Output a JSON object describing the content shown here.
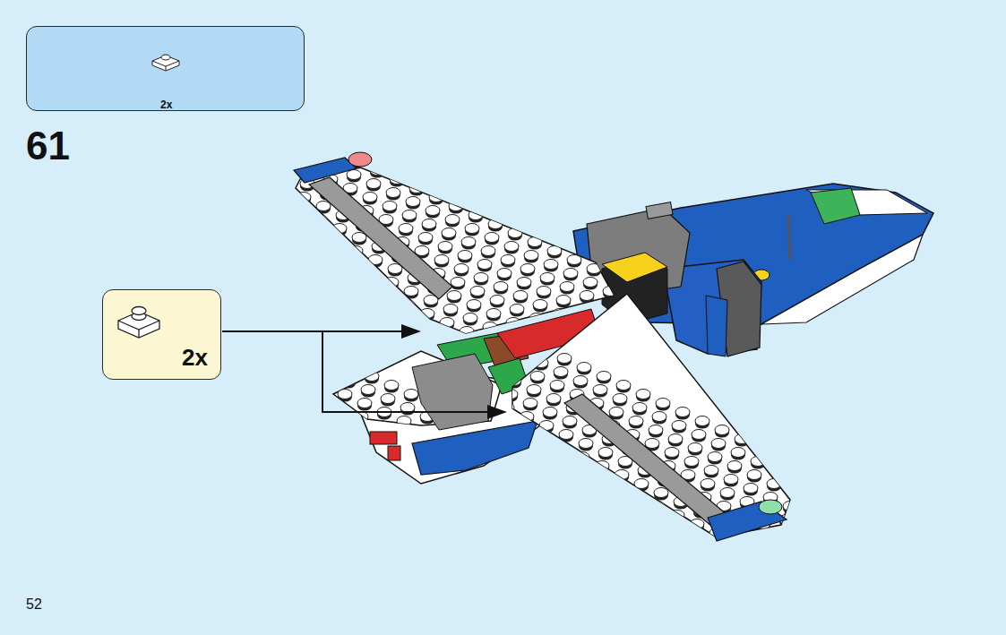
{
  "diagram": {
    "nodes": [
      {
        "text": [
          "2x"
        ]
      },
      {
        "text": [
          "2x"
        ]
      }
    ],
    "labels": [
      "61",
      "52"
    ]
  }
}
